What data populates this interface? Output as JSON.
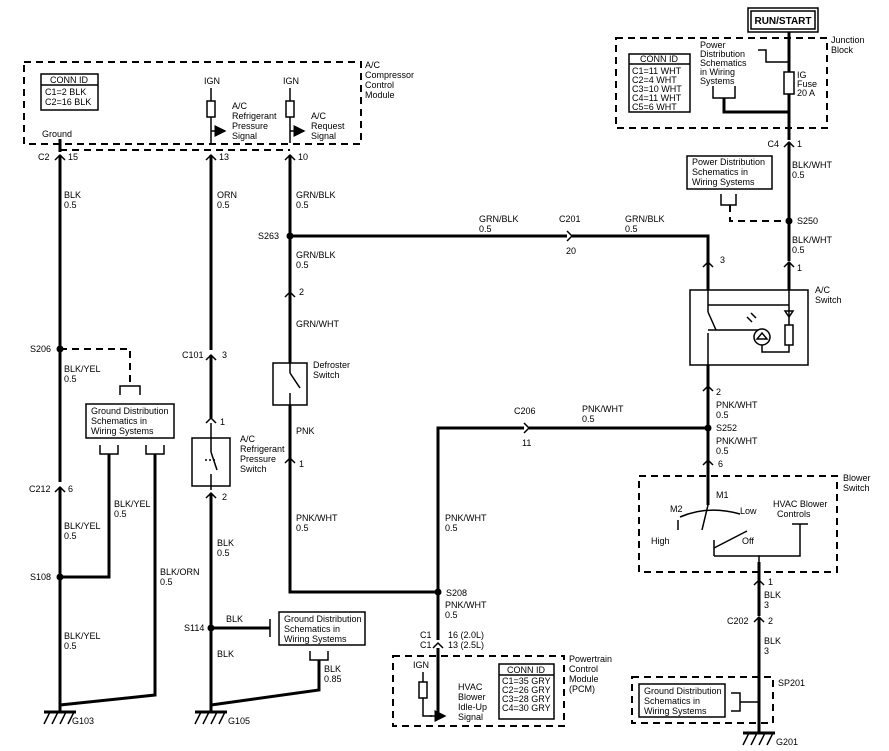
{
  "run_start": "RUN/START",
  "junction_block": {
    "title": [
      "Junction",
      "Block"
    ],
    "conn_id_title": "CONN ID",
    "conn_ids": [
      "C1=11 WHT",
      "C2=4 WHT",
      "C3=10 WHT",
      "C4=11 WHT",
      "C5=6 WHT"
    ],
    "power_dist": [
      "Power",
      "Distribution",
      "Schematics",
      "in Wiring",
      "Systems"
    ],
    "fuse": [
      "IG",
      "Fuse",
      "20 A"
    ],
    "connector": "C4",
    "pin": "1"
  },
  "ac_module": {
    "title": [
      "A/C",
      "Compressor",
      "Control",
      "Module"
    ],
    "conn_id_title": "CONN ID",
    "conn_ids": [
      "C1=2 BLK",
      "C2=16 BLK"
    ],
    "ign_1": "IGN",
    "ign_2": "IGN",
    "pressure_signal": [
      "A/C",
      "Refrigerant",
      "Pressure",
      "Signal"
    ],
    "request_signal": [
      "A/C",
      "Request",
      "Signal"
    ],
    "ground": "Ground",
    "connector": "C2",
    "pin_ground": "15",
    "pin_pressure": "13",
    "pin_request": "10"
  },
  "wires": {
    "blk_1": [
      "BLK",
      "0.5"
    ],
    "orn": [
      "ORN",
      "0.5"
    ],
    "grn_blk_1": [
      "GRN/BLK",
      "0.5"
    ],
    "grn_blk_2": [
      "GRN/BLK",
      "0.5"
    ],
    "grn_blk_3": [
      "GRN/BLK",
      "0.5"
    ],
    "grn_blk_4": [
      "GRN/BLK",
      "0.5"
    ],
    "grn_wht": "GRN/WHT",
    "pnk": "PNK",
    "pnk_wht_1": [
      "PNK/WHT",
      "0.5"
    ],
    "pnk_wht_2": [
      "PNK/WHT",
      "0.5"
    ],
    "pnk_wht_3": [
      "PNK/WHT",
      "0.5"
    ],
    "pnk_wht_4": [
      "PNK/WHT",
      "0.5"
    ],
    "pnk_wht_5": [
      "PNK/WHT",
      "0.5"
    ],
    "pnk_wht_6": [
      "PNK/WHT",
      "0.5"
    ],
    "blk_wht_1": [
      "BLK/WHT",
      "0.5"
    ],
    "blk_wht_2": [
      "BLK/WHT",
      "0.5"
    ],
    "blk_yel_1": [
      "BLK/YEL",
      "0.5"
    ],
    "blk_yel_2": [
      "BLK/YEL",
      "0.5"
    ],
    "blk_yel_3": [
      "BLK/YEL",
      "0.5"
    ],
    "blk_yel_4": [
      "BLK/YEL",
      "0.5"
    ],
    "blk_orn": [
      "BLK/ORN",
      "0.5"
    ],
    "blk_2": [
      "BLK",
      "0.5"
    ],
    "blk_3": "BLK",
    "blk_4": "BLK",
    "blk_5": [
      "BLK",
      "0.85"
    ],
    "blk_6": [
      "BLK",
      "3"
    ],
    "blk_7": [
      "BLK",
      "3"
    ]
  },
  "splices": {
    "s263": "S263",
    "s206": "S206",
    "s108": "S108",
    "s114": "S114",
    "s208": "S208",
    "s250": "S250",
    "s252": "S252",
    "sp201": "SP201"
  },
  "connectors": {
    "c201": "C201",
    "c201_pin": "20",
    "c206": "C206",
    "c206_pin": "11",
    "c101": "C101",
    "c101_pin": "3",
    "c212": "C212",
    "c212_pin": "6",
    "c202": "C202",
    "c202_pin": "2",
    "defroster_pin_top": "2",
    "defroster_pin_bottom": "1",
    "ac_switch_pin_top": "3",
    "ac_switch_pin_right": "1",
    "ac_switch_pin_bottom": "2",
    "pressure_switch_pin_top": "1",
    "pressure_switch_pin_bottom": "2",
    "blower_pin_top": "6",
    "blower_pin_bottom": "1"
  },
  "components": {
    "ac_switch": [
      "A/C",
      "Switch"
    ],
    "defroster": [
      "Defroster",
      "Switch"
    ],
    "pressure_switch": [
      "A/C",
      "Refrigerant",
      "Pressure",
      "Switch"
    ],
    "blower_switch": [
      "Blower",
      "Switch"
    ],
    "blower_m1": "M1",
    "blower_m2": "M2",
    "blower_low": "Low",
    "blower_high": "High",
    "blower_off": "Off",
    "hvac_blower_controls": [
      "HVAC Blower",
      "Controls"
    ]
  },
  "boxes": {
    "power_dist_2": [
      "Power Distribution",
      "Schematics in",
      "Wiring Systems"
    ],
    "ground_dist_1": [
      "Ground Distribution",
      "Schematics in",
      "Wiring Systems"
    ],
    "ground_dist_2": [
      "Ground Distribution",
      "Schematics in",
      "Wiring Systems"
    ],
    "ground_dist_3": [
      "Ground Distribution",
      "Schematics in",
      "Wiring Systems"
    ]
  },
  "pcm": {
    "title": [
      "Powertrain",
      "Control",
      "Module",
      "(PCM)"
    ],
    "conn_id_title": "CONN ID",
    "conn_ids": [
      "C1=35 GRY",
      "C2=26 GRY",
      "C3=28 GRY",
      "C4=30 GRY"
    ],
    "connector_1": "C1",
    "connector_2": "C1",
    "pin_1": "16 (2.0L)",
    "pin_2": "13 (2.5L)",
    "ign": "IGN",
    "signal": [
      "HVAC",
      "Blower",
      "Idle-Up",
      "Signal"
    ]
  },
  "grounds": {
    "g103": "G103",
    "g105": "G105",
    "g201": "G201"
  }
}
